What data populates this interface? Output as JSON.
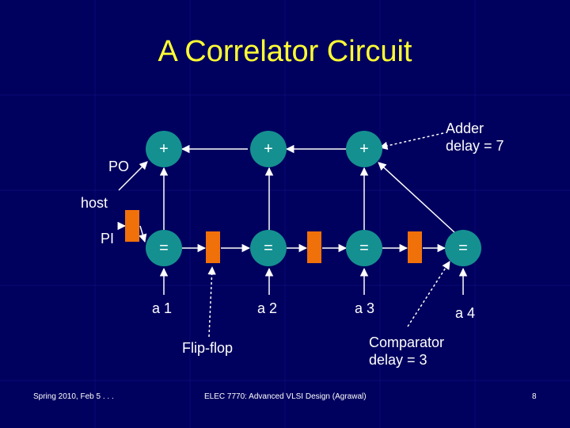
{
  "slide": {
    "title": "A Correlator Circuit",
    "labels": {
      "po": "PO",
      "host": "host",
      "pi": "PI",
      "adder_note": [
        "Adder",
        "delay = 7"
      ],
      "flipflop_note": "Flip-flop",
      "comparator_note": [
        "Comparator",
        "delay = 3"
      ]
    },
    "adders": [
      "+",
      "+",
      "+"
    ],
    "comparators": [
      "=",
      "=",
      "=",
      "="
    ],
    "inputs": [
      "a 1",
      "a 2",
      "a 3",
      "a 4"
    ],
    "footer": {
      "left": "Spring 2010, Feb 5 . . .",
      "center": "ELEC 7770: Advanced VLSI Design (Agrawal)",
      "right": "8"
    },
    "colors": {
      "background": "#00005e",
      "title": "#ffff33",
      "node": "#159090",
      "flipflop": "#f0700a",
      "text": "#ffffff"
    }
  }
}
